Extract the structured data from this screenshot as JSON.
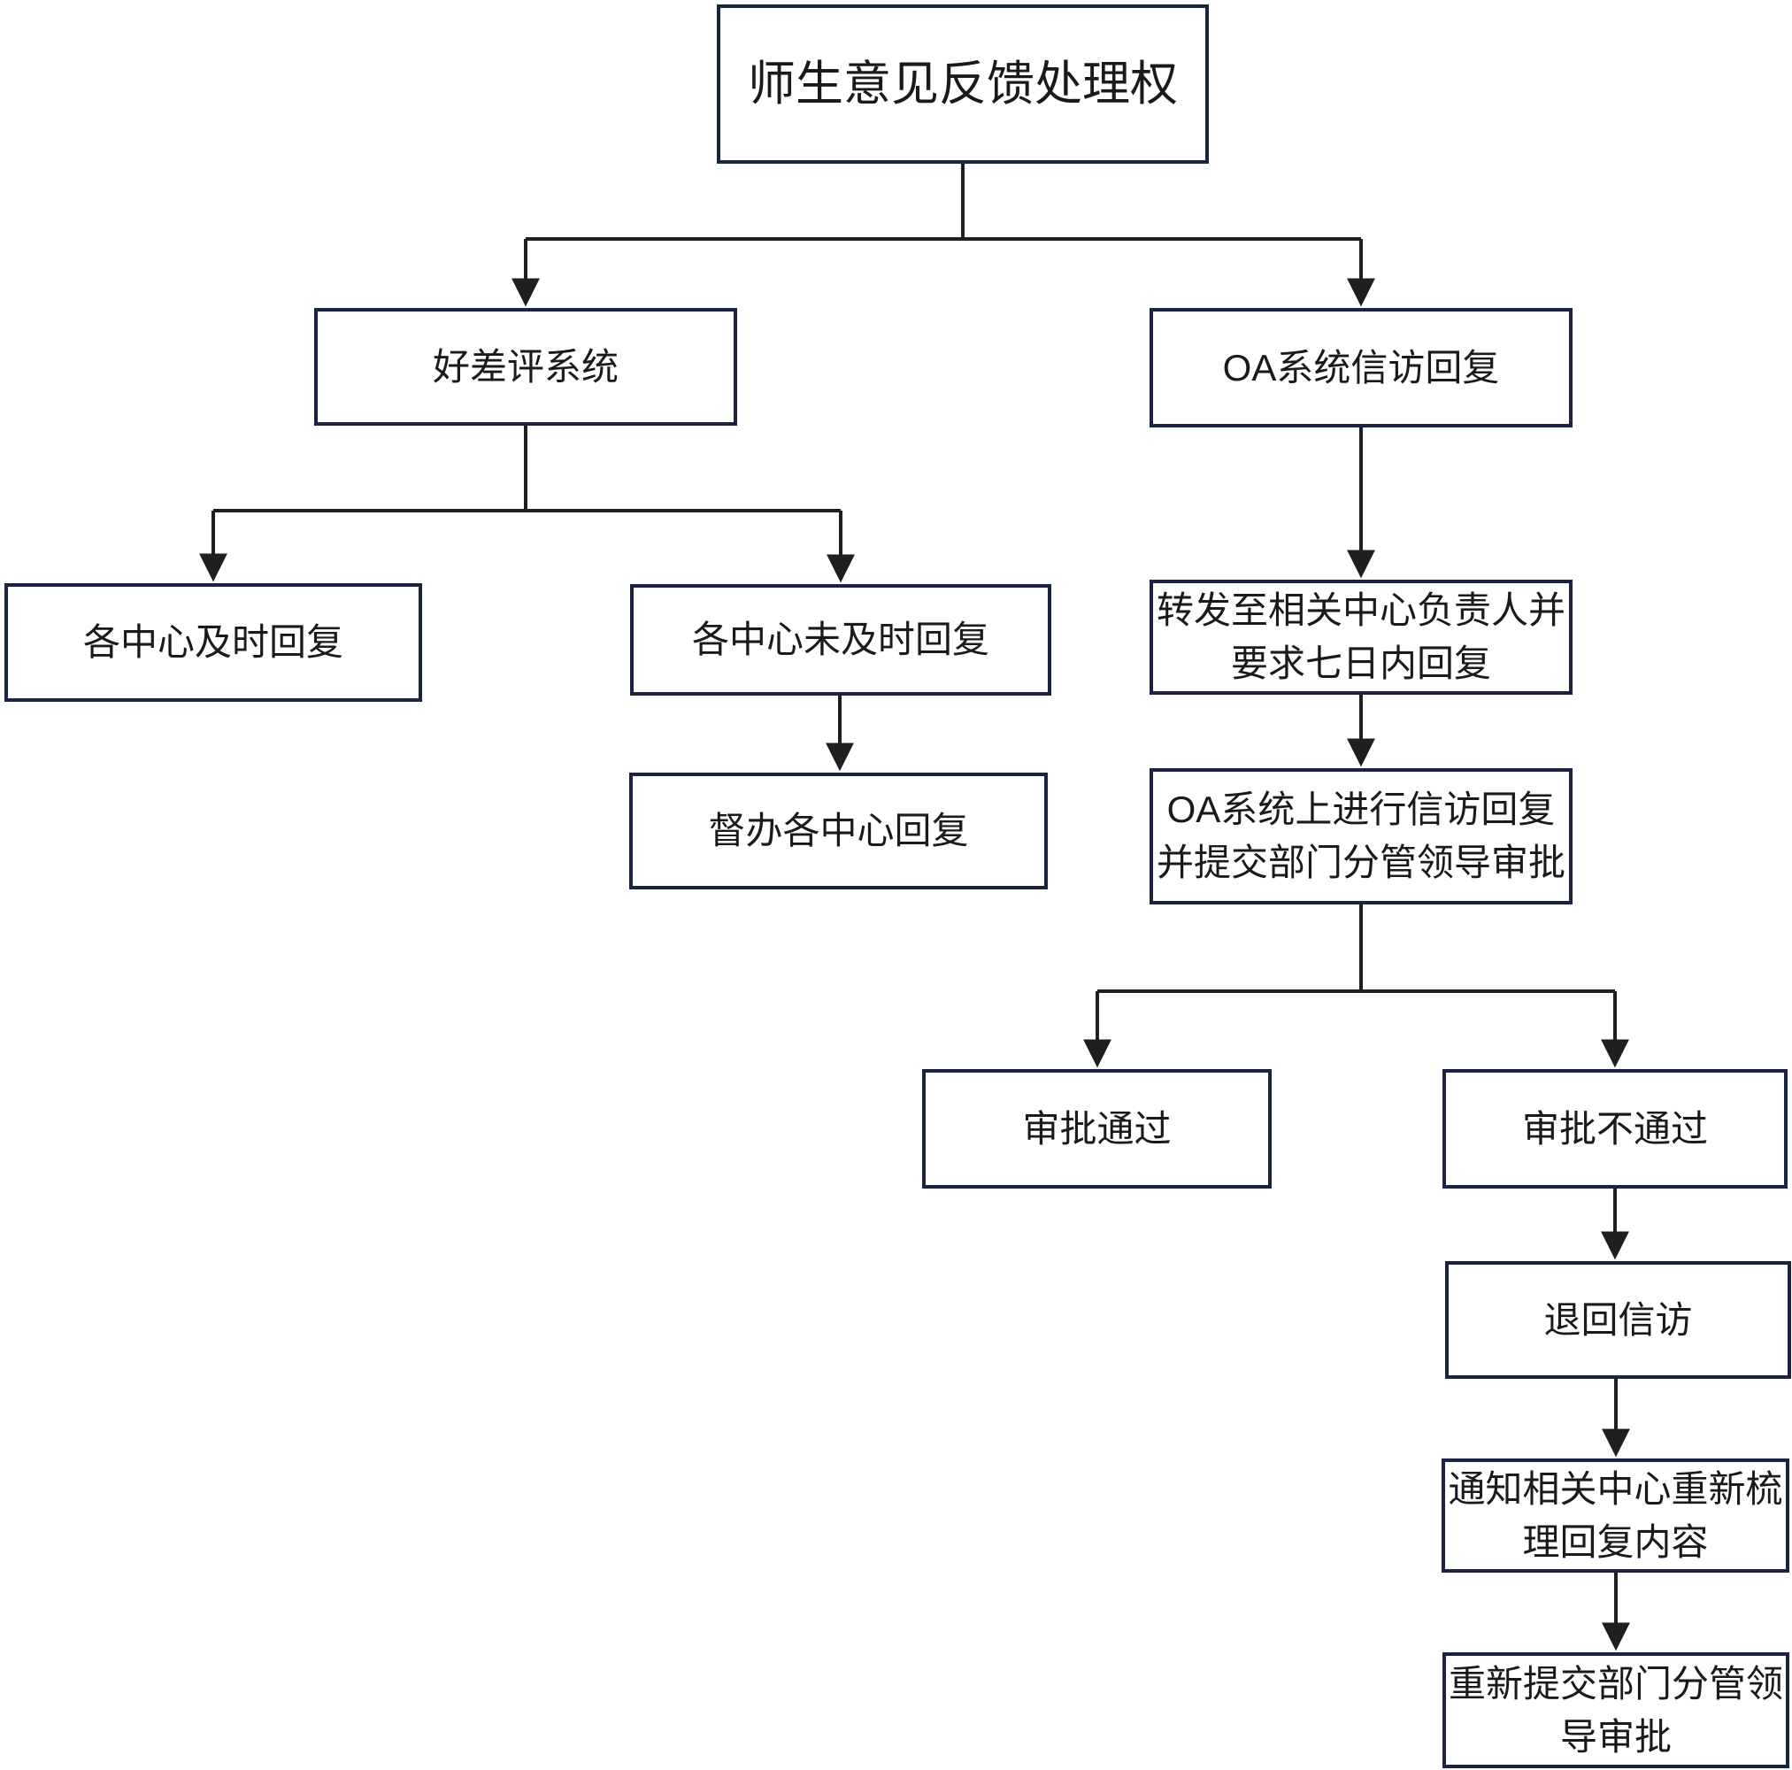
{
  "flowchart": {
    "title": "师生意见反馈处理权",
    "colors": {
      "box_border": "#1a2340",
      "connector": "#1f1f1f",
      "text": "#1a1a1a",
      "background": "#ffffff"
    },
    "nodes": {
      "root": {
        "label": "师生意见反馈处理权"
      },
      "review_system": {
        "label": "好差评系统"
      },
      "center_timely_reply": {
        "label": "各中心及时回复"
      },
      "center_not_timely_reply": {
        "label": "各中心未及时回复"
      },
      "supervise_center_reply": {
        "label": "督办各中心回复"
      },
      "oa_petition_reply": {
        "label": "OA系统信访回复"
      },
      "forward_to_center_lead": {
        "label": "转发至相关中心负责人并\n要求七日内回复"
      },
      "oa_reply_submit_approval": {
        "label": "OA系统上进行信访回复\n并提交部门分管领导审批"
      },
      "approval_pass": {
        "label": "审批通过"
      },
      "approval_fail": {
        "label": "审批不通过"
      },
      "return_petition": {
        "label": "退回信访"
      },
      "notify_center_rework": {
        "label": "通知相关中心重新梳\n理回复内容"
      },
      "resubmit_for_approval": {
        "label": "重新提交部门分管领\n导审批"
      }
    }
  }
}
